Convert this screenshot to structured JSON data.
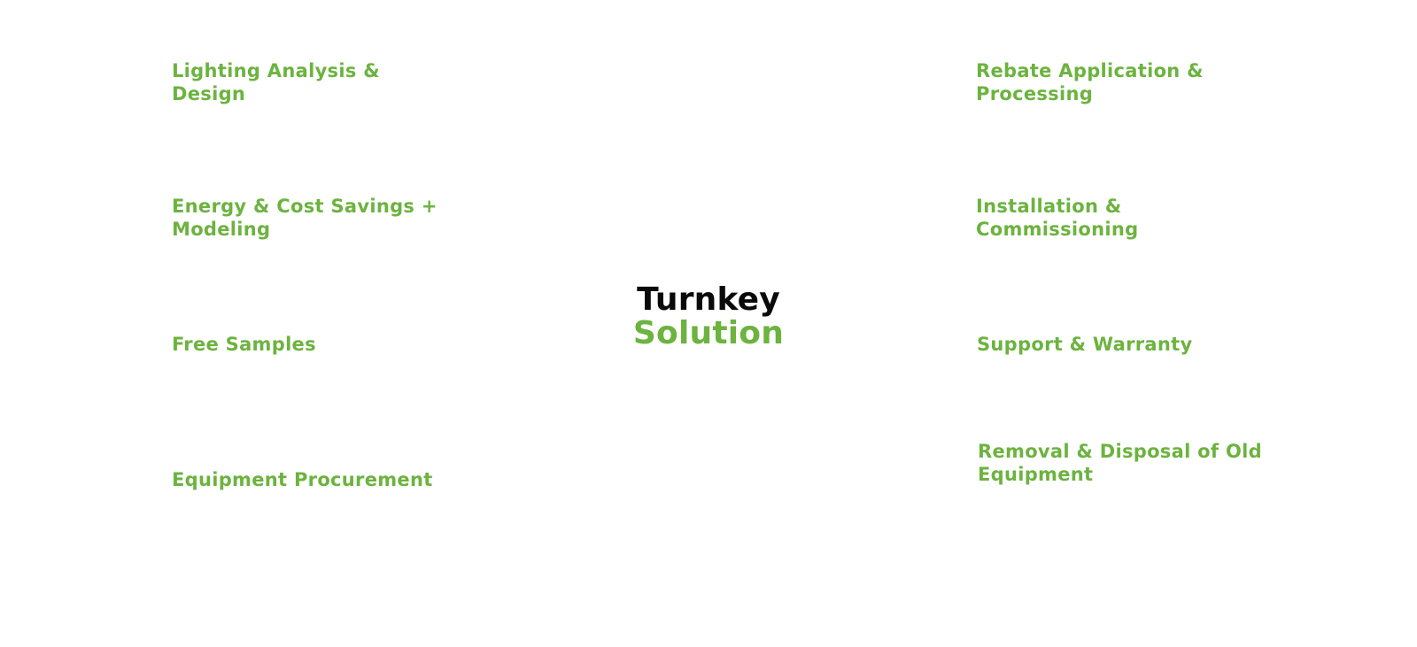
{
  "colors": {
    "accent_green": "#6cb33f",
    "title_dark": "#0a0a0a",
    "background": "#ffffff"
  },
  "center": {
    "line1": "Turnkey",
    "line2": "Solution"
  },
  "left_services": [
    {
      "label": "Lighting Analysis & Design"
    },
    {
      "label": "Energy & Cost Savings + Modeling"
    },
    {
      "label": "Free Samples"
    },
    {
      "label": "Equipment Procurement"
    }
  ],
  "right_services": [
    {
      "label": "Rebate Application & Processing"
    },
    {
      "label": "Installation & Commissioning"
    },
    {
      "label": "Support & Warranty"
    },
    {
      "label": "Removal & Disposal of Old Equipment"
    }
  ]
}
